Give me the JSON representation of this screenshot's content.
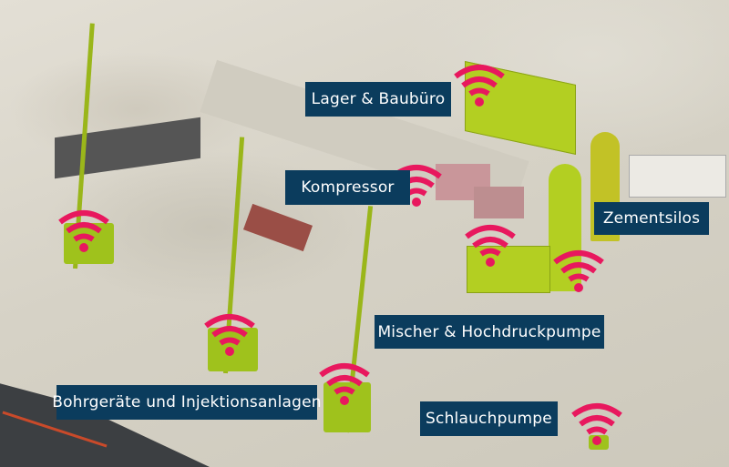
{
  "labels": {
    "lager": "Lager & Baubüro",
    "kompressor": "Kompressor",
    "zementsilos": "Zementsilos",
    "mischer": "Mischer & Hochdruckpumpe",
    "bohrgeraete": "Bohrgeräte und Injektionsanlagen",
    "schlauchpumpe": "Schlauchpumpe"
  },
  "colors": {
    "label_bg": "#0b3c5d",
    "label_text": "#ffffff",
    "signal": "#e8185e",
    "equipment": "#b3cf22"
  },
  "icons": [
    "wifi-signal-icon"
  ]
}
